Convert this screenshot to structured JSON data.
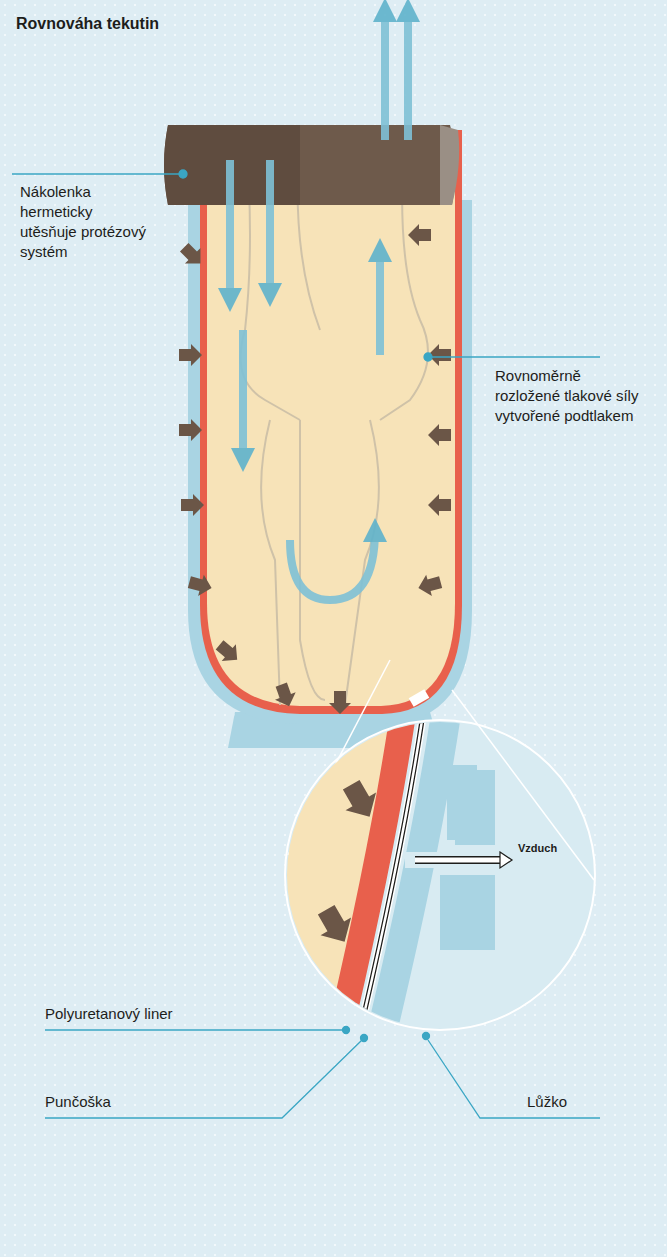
{
  "diagram": {
    "title": "Rovnováha tekutin",
    "labels": [
      "Nákolenka hermeticky utěsňuje protézový systém",
      "Rovnoměrně rozložené tlakové síly vytvořené podtlakem",
      "Vzduch",
      "Polyuretanový liner",
      "Punčoška",
      "Lůžko"
    ]
  }
}
